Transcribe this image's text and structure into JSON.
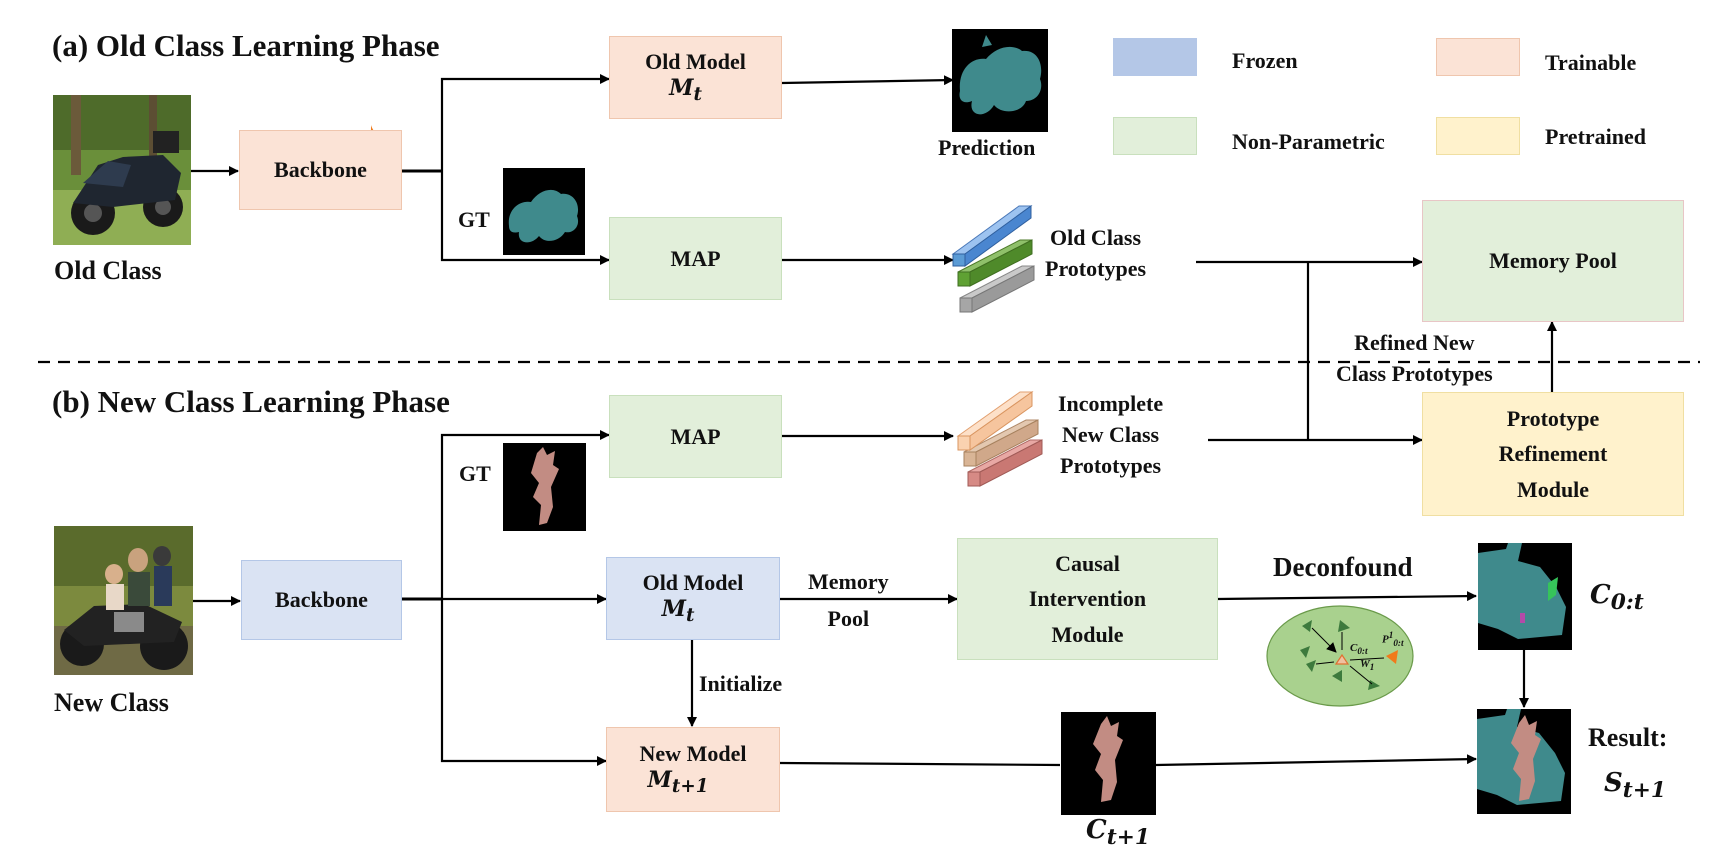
{
  "phases": {
    "old": "(a) Old Class Learning Phase",
    "new": "(b) New Class Learning Phase"
  },
  "legend": {
    "frozen": "Frozen",
    "trainable": "Trainable",
    "non_parametric": "Non-Parametric",
    "pretrained": "Pretrained"
  },
  "old_phase": {
    "image_label": "Old Class",
    "backbone": "Backbone",
    "old_model": "Old Model",
    "old_model_symbol": "M",
    "old_model_sub": "t",
    "prediction": "Prediction",
    "gt": "GT",
    "map": "MAP",
    "prototypes_line1": "Old Class",
    "prototypes_line2": "Prototypes",
    "memory_pool": "Memory Pool"
  },
  "new_phase": {
    "image_label": "New Class",
    "backbone": "Backbone",
    "gt": "GT",
    "map": "MAP",
    "incomplete_line1": "Incomplete",
    "incomplete_line2": "New Class",
    "incomplete_line3": "Prototypes",
    "refined_line1": "Refined New",
    "refined_line2": "Class Prototypes",
    "prm_line1": "Prototype",
    "prm_line2": "Refinement",
    "prm_line3": "Module",
    "old_model": "Old Model",
    "old_model_symbol": "M",
    "old_model_sub": "t",
    "memory_pool_line1": "Memory",
    "memory_pool_line2": "Pool",
    "cim_line1": "Causal",
    "cim_line2": "Intervention",
    "cim_line3": "Module",
    "deconfound": "Deconfound",
    "c0t_symbol": "C",
    "c0t_sub": "0:t",
    "initialize": "Initialize",
    "new_model": "New Model",
    "new_model_symbol": "M",
    "new_model_sub": "t+1",
    "ct1_symbol": "C",
    "ct1_sub": "t+1",
    "result_label": "Result:",
    "result_symbol": "S",
    "result_sub": "t+1",
    "causal_graph": {
      "c_label": "C",
      "c_sub": "0:t",
      "p_label": "P",
      "p_sup": "1",
      "p_sub": "0:t",
      "w_label": "W",
      "w_sub": "1"
    }
  },
  "colors": {
    "frozen": "#dae3f3",
    "trainable": "#fbe3d6",
    "non_parametric": "#e2efda",
    "pretrained": "#fff2cc",
    "teal_mask": "#3f8a8c",
    "pink_mask": "#c28c83",
    "flame": "#f07a1a",
    "snowflake": "#4472c4"
  }
}
